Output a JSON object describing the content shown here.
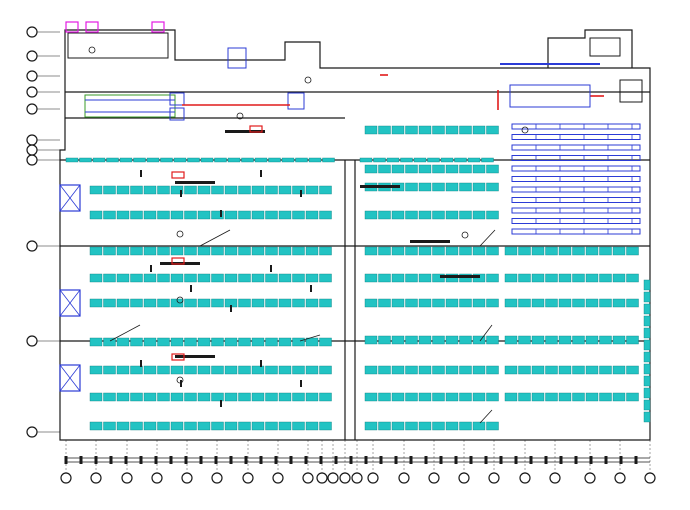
{
  "title": "",
  "grid": {
    "row_labels": [
      "",
      "",
      "",
      "",
      "",
      "",
      "",
      "",
      "",
      "",
      ""
    ],
    "column_labels": [
      "",
      "",
      "",
      "",
      "",
      "",
      "",
      "",
      "",
      "",
      "",
      "",
      "",
      "",
      "",
      "",
      "",
      "",
      "",
      "",
      ""
    ]
  },
  "zones": [
    {
      "name": "",
      "role": "upper-left utility room"
    },
    {
      "name": "",
      "role": "upper-right utility room"
    },
    {
      "name": "",
      "role": "main floor with cyan fixture rows"
    },
    {
      "name": "",
      "role": "blue rack area upper right"
    }
  ],
  "colors": {
    "line": "#1a1a1a",
    "fixture": "#22c3c3",
    "fixture_stroke": "#0b7f7f",
    "rack": "#2b3bd6",
    "accent_red": "#e11b1b",
    "accent_magenta": "#e21be2",
    "accent_green": "#3a9b2a"
  },
  "icons": [
    "grid-bubble-icon",
    "section-arrow-icon",
    "equipment-block-icon"
  ]
}
